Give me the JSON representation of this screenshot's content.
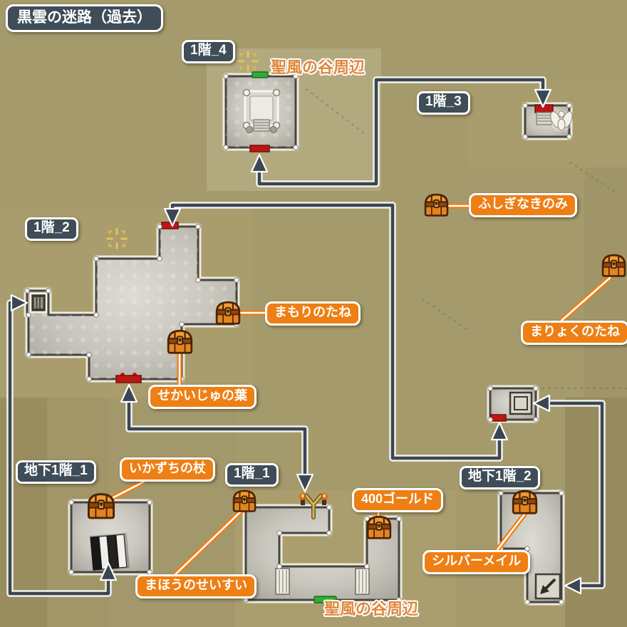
{
  "title": "黒雲の迷路（過去）",
  "regions": {
    "f1_4": "1階_4",
    "f1_3": "1階_3",
    "f1_2": "1階_2",
    "f1_1": "1階_1",
    "b1_1": "地下1階_1",
    "b1_2": "地下1階_2"
  },
  "exits": {
    "top": "聖風の谷周辺",
    "bottom": "聖風の谷周辺"
  },
  "treasures": {
    "fushigi": "ふしぎなきのみ",
    "mamori": "まもりのたね",
    "sekaiju": "せかいじゅの葉",
    "maryoku": "まりょくのたね",
    "ikazuchi": "いかずちの杖",
    "mahou": "まほうのせいすい",
    "gold400": "400ゴールド",
    "silver": "シルバーメイル"
  },
  "icons": {
    "chest": "treasure-chest-icon",
    "stairs": "stairs-icon",
    "warp": "warp-square-icon",
    "sparkle": "sparkle-icon",
    "route_arrow": "route-arrow-icon",
    "door": "door-icon",
    "statue": "angel-statue-icon"
  },
  "colors": {
    "background": "#a59a6c",
    "badge_slate": "#3e4d57",
    "label_orange": "#ee7f14",
    "route_line": "#3a4653",
    "exit_red": "#bf1612",
    "exit_green": "#2fae35",
    "floor_gray": "#c9c6be",
    "map_text_orange": "#e0873a"
  }
}
